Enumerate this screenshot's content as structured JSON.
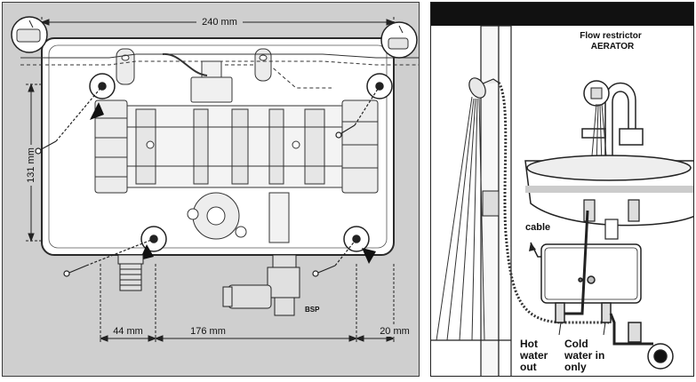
{
  "left_panel": {
    "dim_width_top": "240 mm",
    "dim_height_left": "131 mm",
    "dim_bottom_left": "44 mm",
    "dim_bottom_middle": "176 mm",
    "dim_bottom_right": "20 mm",
    "fitting_label": "BSP"
  },
  "right_panel": {
    "label_aerator_line1": "Flow restrictor",
    "label_aerator_line2": "AERATOR",
    "label_cable": "cable",
    "label_hot_line1": "Hot",
    "label_hot_line2": "water",
    "label_hot_line3": "out",
    "label_cold_line1": "Cold",
    "label_cold_line2": "water in",
    "label_cold_line3": "only"
  },
  "colors": {
    "panel_grey": "#cfcfcf",
    "unit_white": "#ffffff",
    "line_dark": "#222222",
    "top_bar": "#111111"
  }
}
